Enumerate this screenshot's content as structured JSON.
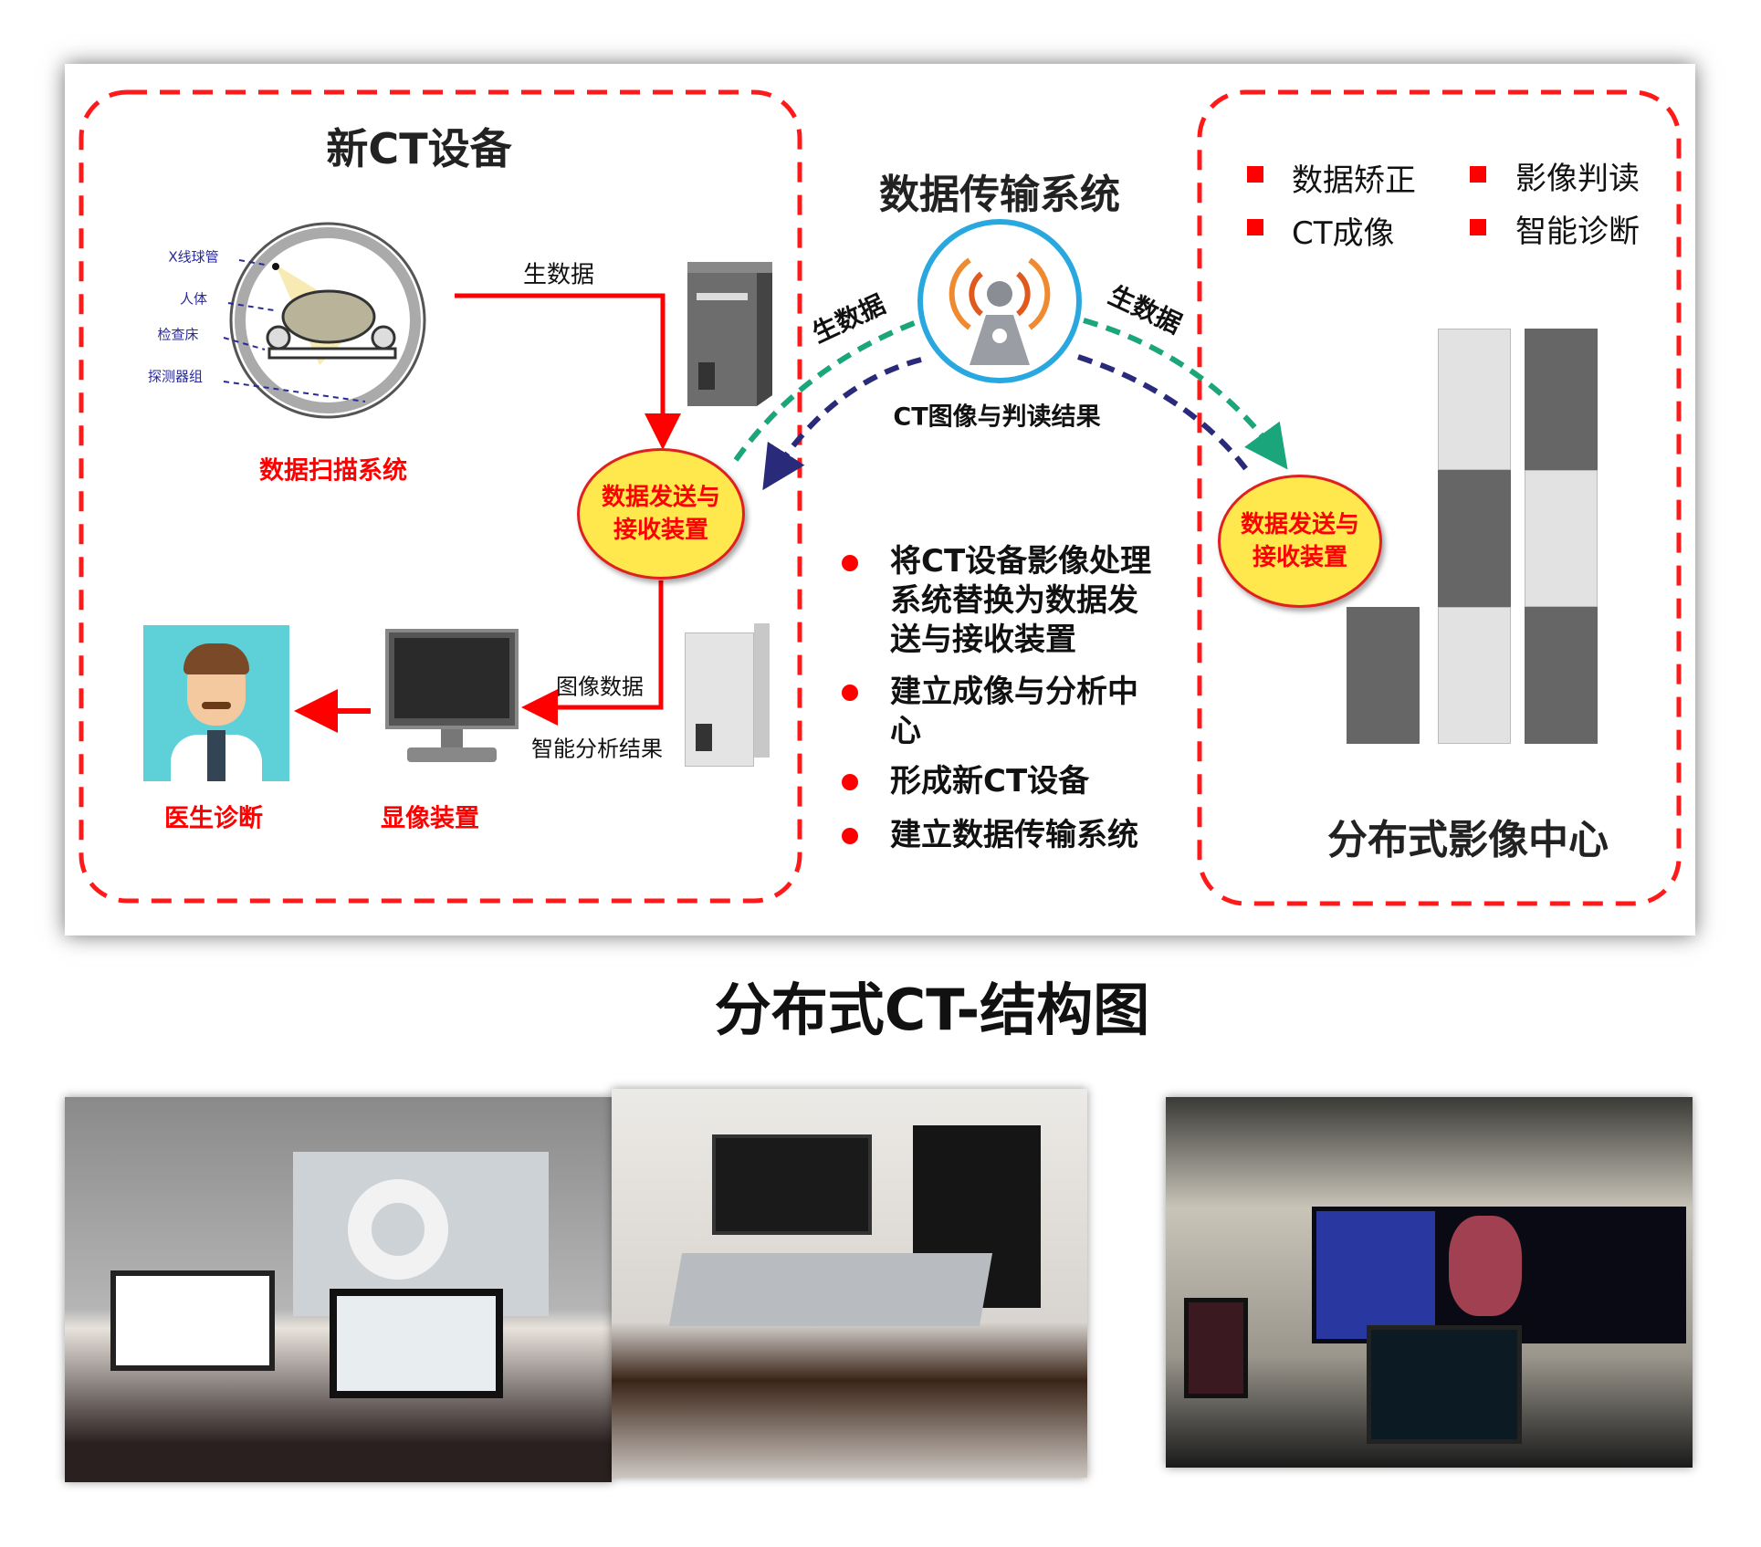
{
  "left_box": {
    "title": "新CT设备",
    "scanner_labels": [
      "X线球管",
      "人体",
      "检查床",
      "探测器组"
    ],
    "scan_system_label": "数据扫描系统",
    "raw_data_label": "生数据",
    "transceiver_lines": [
      "数据发送与",
      "接收装置"
    ],
    "image_data_label": "图像数据",
    "analysis_result_label": "智能分析结果",
    "display_label": "显像装置",
    "doctor_label": "医生诊断"
  },
  "center": {
    "title": "数据传输系统",
    "raw_data_left": "生数据",
    "raw_data_right": "生数据",
    "result_label": "CT图像与判读结果",
    "bullets": [
      "将CT设备影像处理系统替换为数据发送与接收装置",
      "建立成像与分析中心",
      "形成新CT设备",
      "建立数据传输系统"
    ]
  },
  "right_box": {
    "legend": [
      {
        "label": "数据矫正",
        "color": "#111111"
      },
      {
        "label": "影像判读",
        "color": "#111111"
      },
      {
        "label": "CT成像",
        "color": "#111111"
      },
      {
        "label": "智能诊断",
        "color": "#ff0000"
      }
    ],
    "transceiver_lines": [
      "数据发送与",
      "接收装置"
    ],
    "title": "分布式影像中心"
  },
  "caption": "分布式CT-结构图",
  "colors": {
    "accent_red": "#ff0000",
    "green_dash": "#1aa57a",
    "navy_dash": "#2a2a7a",
    "signal_blue": "#29a8e0"
  }
}
